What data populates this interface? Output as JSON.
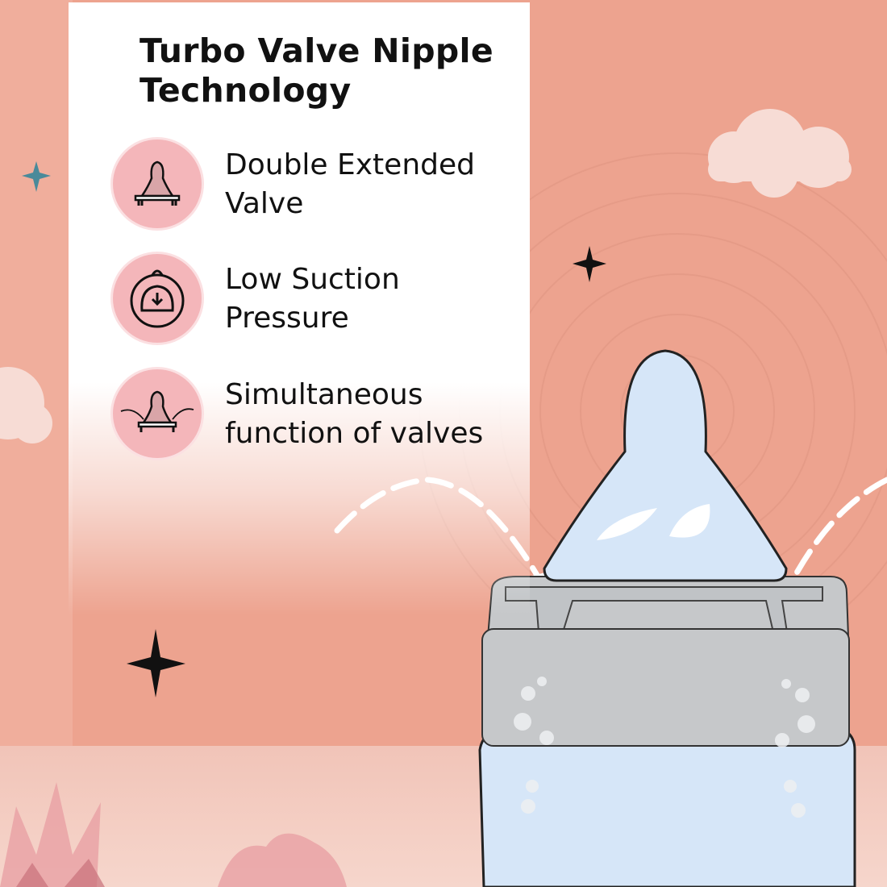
{
  "heading": {
    "line1": "Turbo Valve Nipple",
    "line2": "Technology"
  },
  "features": [
    {
      "icon": "nipple-valve-icon",
      "line1": "Double Extended",
      "line2": "Valve"
    },
    {
      "icon": "pressure-gauge-icon",
      "line1": "Low Suction",
      "line2": "Pressure"
    },
    {
      "icon": "nipple-airflow-icon",
      "line1": "Simultaneous",
      "line2": "function of valves"
    }
  ],
  "colors": {
    "background": "#eda38f",
    "icon_circle": "#f4b6ba",
    "bottle": "#d6e6f8",
    "collar": "#c6c8ca"
  }
}
